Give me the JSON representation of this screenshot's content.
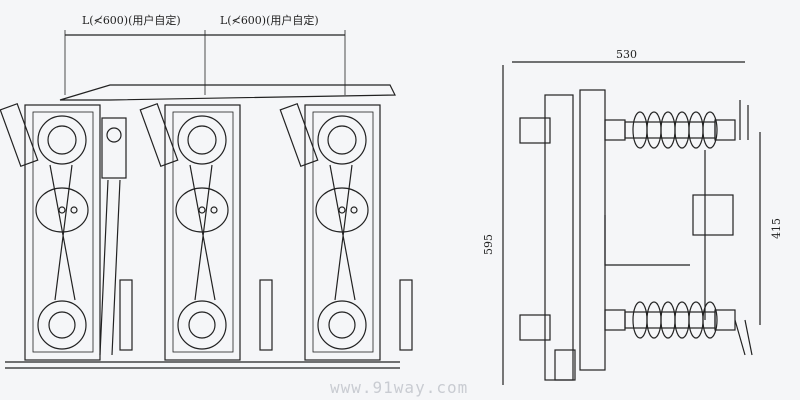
{
  "front_view": {
    "spacing_label_1": "L(≮600)(用户自定)",
    "spacing_label_2": "L(≮600)(用户自定)",
    "pole_count": 3
  },
  "side_view": {
    "width_label": "530",
    "height_label": "595",
    "insulator_spacing_label": "415"
  },
  "watermark": "www.91way.com",
  "colors": {
    "line": "#222222",
    "background": "#f5f6f8"
  }
}
